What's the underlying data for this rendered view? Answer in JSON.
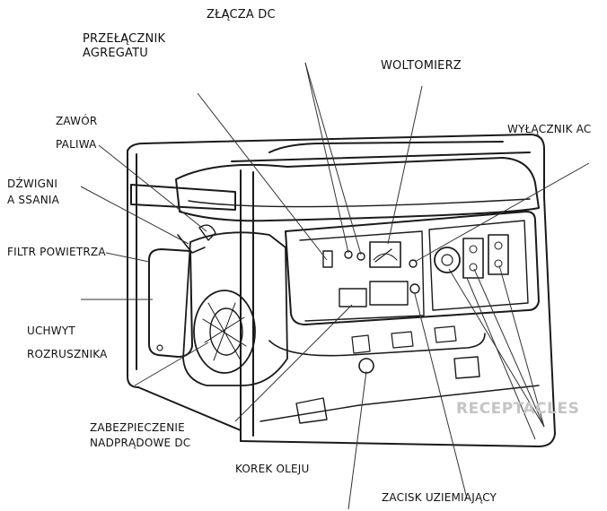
{
  "labels": {
    "dc_connectors": "ZŁĄCZA DC",
    "unit_switch_1": "PRZEŁĄCZNIK",
    "unit_switch_2": "AGREGATU",
    "voltmeter": "WOLTOMIERZ",
    "fuel_valve_1": "ZAWÓR",
    "fuel_valve_2": "PALIWA",
    "ac_breaker": "WYŁĄCZNIK AC",
    "choke_1": "DŹWIGNI",
    "choke_2": "A SSANIA",
    "air_filter": "FILTR POWIETRZA",
    "starter_1": "UCHWYT",
    "starter_2": "ROZRUSZNIKA",
    "dc_protection_1": "ZABEZPIECZENIE",
    "dc_protection_2": "NADPRĄDOWE DC",
    "oil_cap": "KOREK OLEJU",
    "ground_terminal": "ZACISK UZIEMIAJĄCY",
    "receptacles": "RECEPTACLES"
  },
  "colors": {
    "line": "#1a1a1a",
    "leader": "#333333",
    "watermark": "#c4c4c4"
  }
}
